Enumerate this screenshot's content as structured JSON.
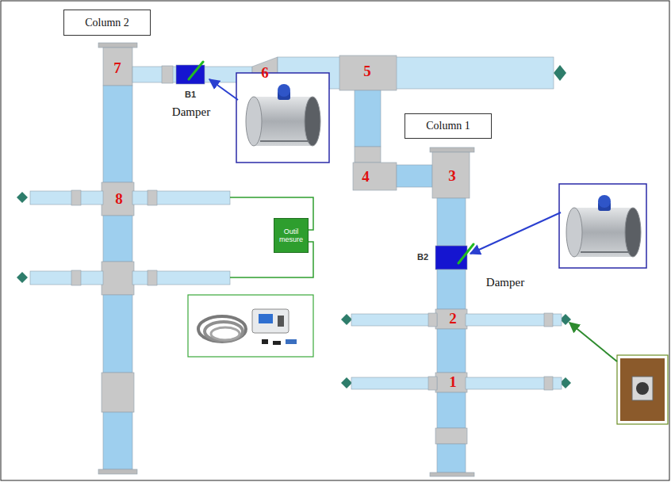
{
  "diagram": {
    "nodes": [
      {
        "text": [
          "Column 2"
        ]
      },
      {
        "text": [
          "Column 1"
        ]
      },
      {
        "text": [
          "Outil mesure"
        ]
      }
    ],
    "labels": [
      "7",
      "B1",
      "Damper",
      "6",
      "5",
      "4",
      "3",
      "8",
      "B2",
      "Damper",
      "2",
      "1"
    ]
  }
}
